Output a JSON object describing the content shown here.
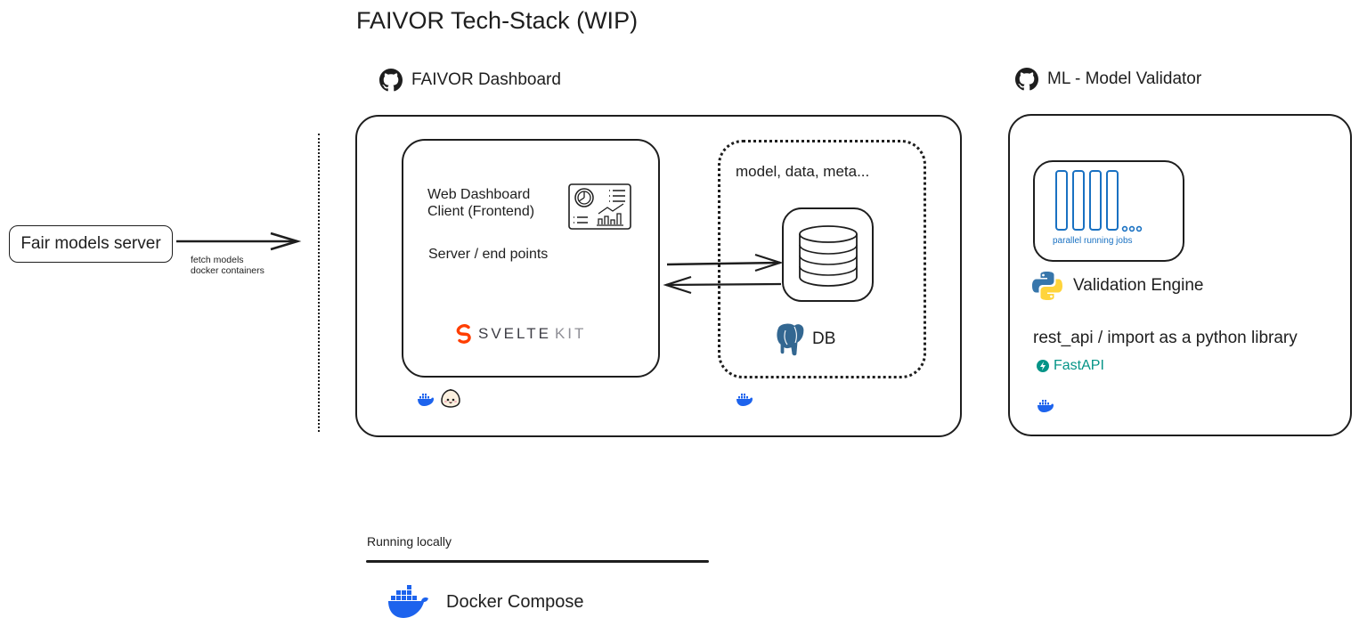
{
  "title": "FAIVOR Tech-Stack (WIP)",
  "external": {
    "server_label": "Fair models server",
    "arrow_label_line1": "fetch models",
    "arrow_label_line2": "docker containers"
  },
  "dashboard": {
    "header": "FAIVOR Dashboard",
    "header_icon": "github-icon",
    "frontend": {
      "line1": "Web Dashboard",
      "line2": "Client (Frontend)",
      "server_label": "Server / end points",
      "framework_part1": "SVELTE",
      "framework_part2": "KIT",
      "icon": "dashboard-icon"
    },
    "storage": {
      "label": "model, data, meta...",
      "db_label": "DB",
      "db_icon": "postgresql-icon"
    },
    "frontend_badges": [
      "docker-icon",
      "bun-icon"
    ],
    "storage_badges": [
      "docker-icon"
    ]
  },
  "validator": {
    "header": "ML - Model Validator",
    "header_icon": "github-icon",
    "jobs_label": "parallel running jobs",
    "engine_label": "Validation Engine",
    "api_label": "rest_api / import as a python library",
    "fastapi_label": "FastAPI",
    "badges": [
      "docker-icon"
    ]
  },
  "footer": {
    "running_label": "Running locally",
    "compose_label": "Docker Compose"
  },
  "colors": {
    "ink": "#1e1e1e",
    "docker_blue": "#1d63ed",
    "svelte_orange": "#ff3e00",
    "postgres_blue": "#336791",
    "jobs_blue": "#1971c2",
    "fastapi_teal": "#059487",
    "python_blue": "#3776ab",
    "python_yellow": "#ffd43b"
  }
}
